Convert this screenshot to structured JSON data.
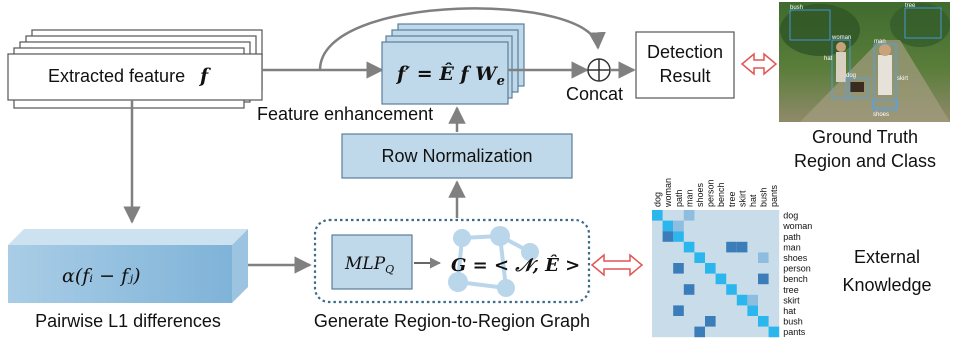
{
  "colors": {
    "box_blue": "#bfd9ea",
    "box_stroke": "#5b7f99",
    "arrow": "#808080",
    "dotted_border": "#3d6b8a",
    "node": "#b9d6ea",
    "double_arrow": "#e05555",
    "matrix_bg": "#c8dcea",
    "matrix_diag": "#2bb6ee",
    "matrix_dark": "#3b7db8"
  },
  "extracted_feature": {
    "label": "Extracted feature",
    "symbol": "f"
  },
  "enhanced_feature": {
    "formula": "f′ = Ê f W",
    "subscript": "e"
  },
  "feature_enhancement_label": "Feature enhancement",
  "concat_label": "Concat",
  "concat_icon": "circle-plus-icon",
  "detection_result": {
    "line1": "Detection",
    "line2": "Result"
  },
  "ground_truth": {
    "line1": "Ground Truth",
    "line2": "Region and Class"
  },
  "photo_labels": [
    "woman",
    "man",
    "tree",
    "dog",
    "shoes",
    "bush",
    "hat",
    "skirt"
  ],
  "row_normalization_label": "Row Normalization",
  "pairwise": {
    "formula": "α(fᵢ − fⱼ)",
    "caption": "Pairwise L1 differences"
  },
  "graph_generation": {
    "mlp_label": "MLP",
    "mlp_subscript": "Q",
    "graph_formula": "G = < 𝒩, Ê >",
    "caption": "Generate Region-to-Region Graph"
  },
  "external_knowledge": {
    "line1": "External",
    "line2": "Knowledge"
  },
  "matrix_classes": [
    "dog",
    "woman",
    "path",
    "man",
    "shoes",
    "person",
    "bench",
    "tree",
    "skirt",
    "hat",
    "bush",
    "pants"
  ]
}
